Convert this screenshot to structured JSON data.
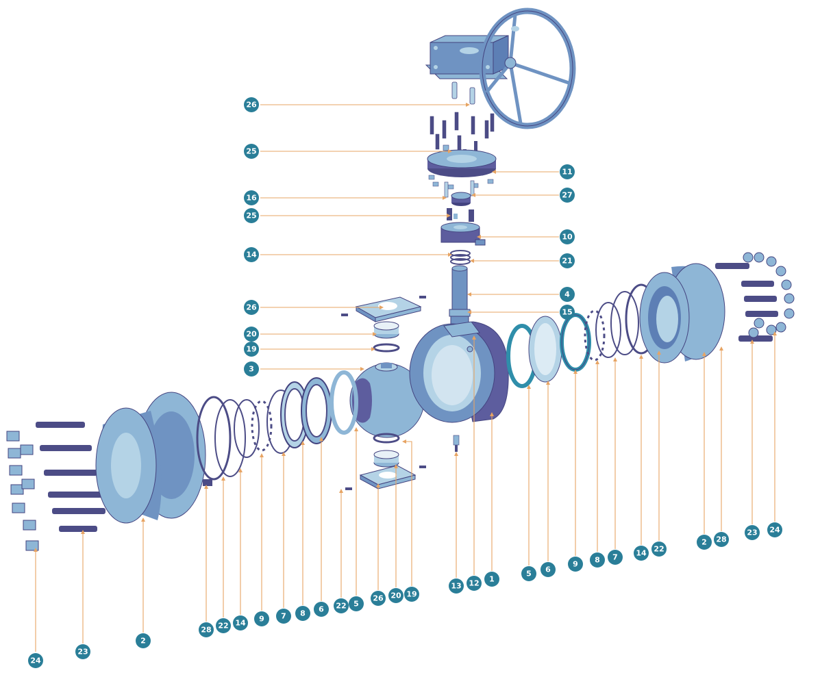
{
  "colors": {
    "badge": "#2a7e98",
    "leader": "#e7a463",
    "steel_light": "#8eb6d6",
    "steel_mid": "#6f93c2",
    "steel_face": "#b4d3e6",
    "body_purple": "#5d5d9e",
    "body_dark": "#43437f",
    "ring_dark": "#4c4c86",
    "seal_teal": "#2f8eaa"
  },
  "callouts": {
    "c26_top": "26",
    "c25_top": "25",
    "c11": "11",
    "c16": "16",
    "c27": "27",
    "c25_mid": "25",
    "c10": "10",
    "c14_top": "14",
    "c21": "21",
    "c4": "4",
    "c26_mid": "26",
    "c15": "15",
    "c20_top": "20",
    "c19_top": "19",
    "c3": "3",
    "c1": "1",
    "c12": "12",
    "c13": "13",
    "c24_left": "24",
    "c23_left": "23",
    "c2_left": "2",
    "c28_left": "28",
    "c22_left": "22",
    "c14_left": "14",
    "c9_left": "9",
    "c7_left": "7",
    "c8_left": "8",
    "c6_left": "6",
    "c22_low": "22",
    "c5_left": "5",
    "c26_low": "26",
    "c20_low": "20",
    "c19_low": "19",
    "c5_right": "5",
    "c6_right": "6",
    "c9_right": "9",
    "c8_right": "8",
    "c7_right": "7",
    "c14_right": "14",
    "c22_right": "22",
    "c2_right": "2",
    "c28_right": "28",
    "c23_right": "23",
    "c24_right": "24"
  }
}
